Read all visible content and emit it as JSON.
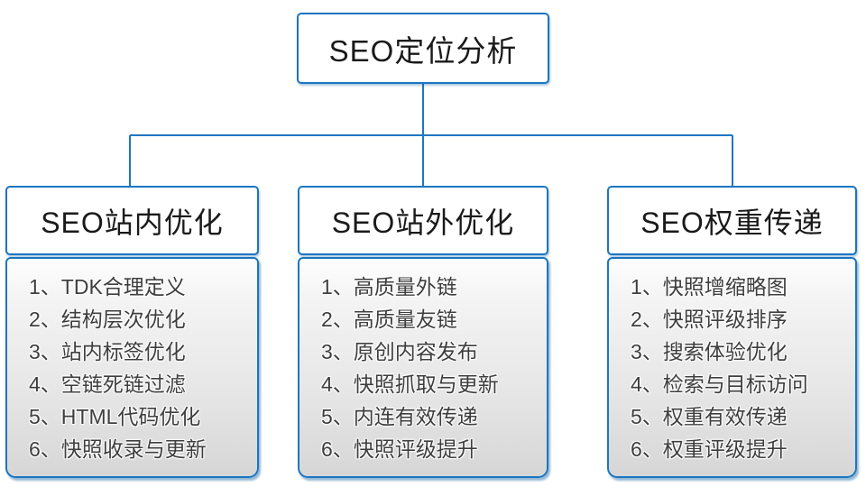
{
  "root": {
    "title": "SEO定位分析"
  },
  "branches": [
    {
      "title": "SEO站内优化",
      "items": [
        "1、TDK合理定义",
        "2、结构层次优化",
        "3、站内标签优化",
        "4、空链死链过滤",
        "5、HTML代码优化",
        "6、快照收录与更新"
      ]
    },
    {
      "title": "SEO站外优化",
      "items": [
        "1、高质量外链",
        "2、高质量友链",
        "3、原创内容发布",
        "4、快照抓取与更新",
        "5、内连有效传递",
        "6、快照评级提升"
      ]
    },
    {
      "title": "SEO权重传递",
      "items": [
        "1、快照增缩略图",
        "2、快照评级排序",
        "3、搜索体验优化",
        "4、检索与目标访问",
        "5、权重有效传递",
        "6、权重评级提升"
      ]
    }
  ],
  "colors": {
    "accent_blue": "#1b76c2",
    "connector_blue": "#1f76c2",
    "shadow_blue": "#155fa0",
    "item_text": "#3e3e3e",
    "header_text": "#1a1a1a",
    "panel_gradient_top": "#fdfdfd",
    "panel_gradient_bottom": "#d6d6d6"
  }
}
